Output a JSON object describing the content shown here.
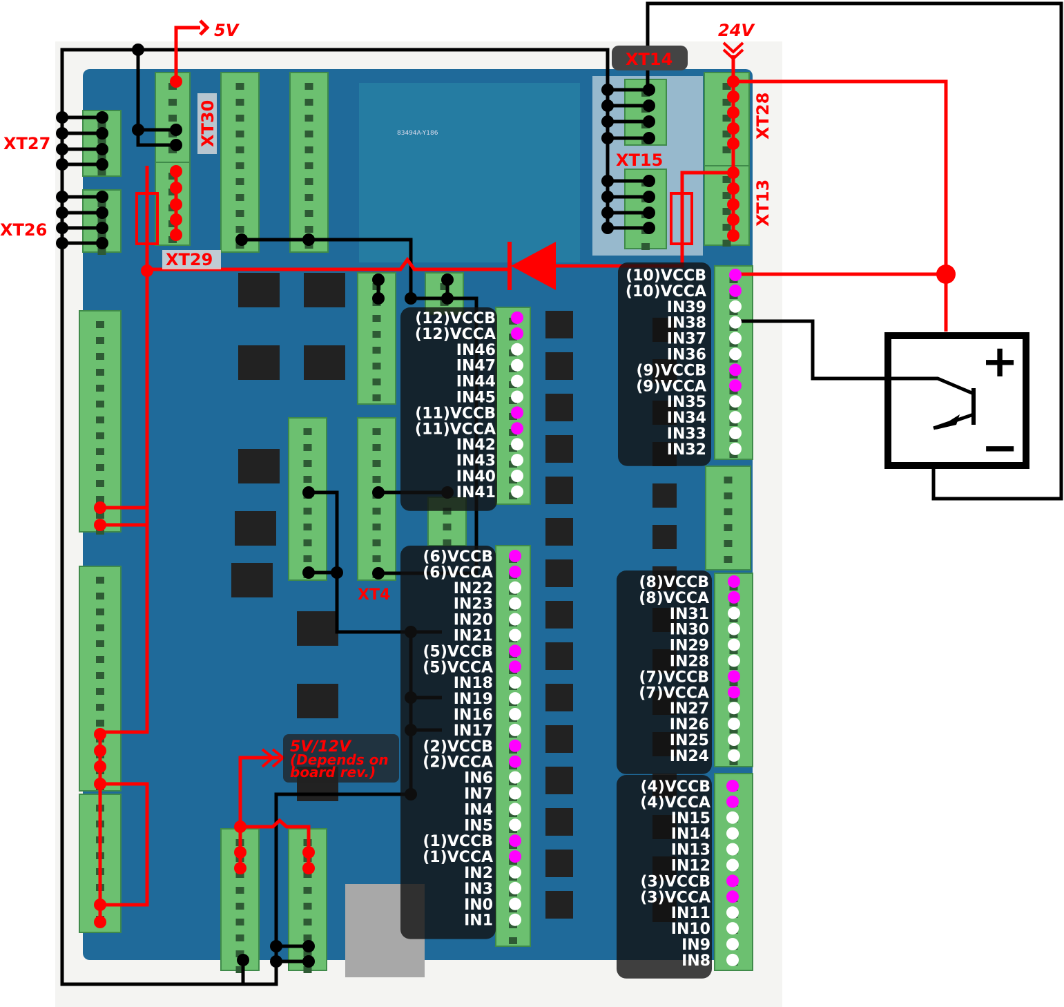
{
  "labels": {
    "v5": "5V",
    "v24": "24V",
    "xt27": "XT27",
    "xt26": "XT26",
    "xt30": "XT30",
    "xt29": "XT29",
    "xt14": "XT14",
    "xt15": "XT15",
    "xt28": "XT28",
    "xt13": "XT13",
    "xt4": "XT4",
    "note_line1": "5V/12V",
    "note_line2": "(Depends on",
    "note_line3": "board rev.)",
    "board_code": "83494A-Y186"
  },
  "colors": {
    "vcc_dot": "#ff00ff",
    "in_dot": "#ffffff",
    "wire_power": "#ff0000",
    "wire_signal": "#000000",
    "board": "#1f6a9a",
    "terminal": "#6cc070"
  },
  "pin_groups": [
    {
      "id": "group-a",
      "pins": [
        "(10)VCCB",
        "(10)VCCA",
        "IN39",
        "IN38",
        "IN37",
        "IN36",
        "(9)VCCB",
        "(9)VCCA",
        "IN35",
        "IN34",
        "IN33",
        "IN32"
      ]
    },
    {
      "id": "group-b",
      "pins": [
        "(12)VCCB",
        "(12)VCCA",
        "IN46",
        "IN47",
        "IN44",
        "IN45",
        "(11)VCCB",
        "(11)VCCA",
        "IN42",
        "IN43",
        "IN40",
        "IN41"
      ]
    },
    {
      "id": "group-c",
      "pins": [
        "(6)VCCB",
        "(6)VCCA",
        "IN22",
        "IN23",
        "IN20",
        "IN21",
        "(5)VCCB",
        "(5)VCCA",
        "IN18",
        "IN19",
        "IN16",
        "IN17",
        "(2)VCCB",
        "(2)VCCA",
        "IN6",
        "IN7",
        "IN4",
        "IN5",
        "(1)VCCB",
        "(1)VCCA",
        "IN2",
        "IN3",
        "IN0",
        "IN1"
      ]
    },
    {
      "id": "group-d",
      "pins": [
        "(8)VCCB",
        "(8)VCCA",
        "IN31",
        "IN30",
        "IN29",
        "IN28",
        "(7)VCCB",
        "(7)VCCA",
        "IN27",
        "IN26",
        "IN25",
        "IN24"
      ]
    },
    {
      "id": "group-e",
      "pins": [
        "(4)VCCB",
        "(4)VCCA",
        "IN15",
        "IN14",
        "IN13",
        "IN12",
        "(3)VCCB",
        "(3)VCCA",
        "IN11",
        "IN10",
        "IN9",
        "IN8"
      ]
    }
  ],
  "sensor": {
    "plus": "+",
    "minus": "−"
  }
}
